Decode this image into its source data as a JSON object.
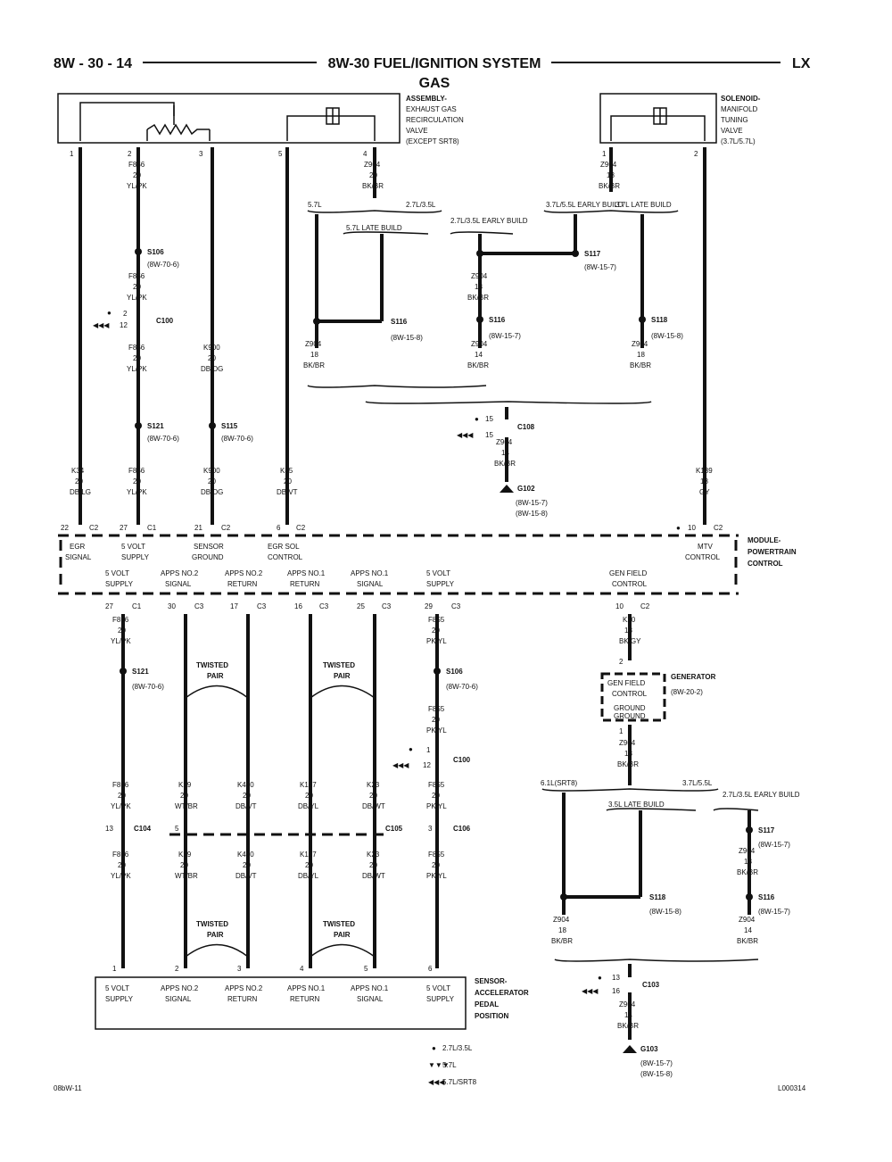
{
  "header": {
    "page_ref": "8W - 30 - 14",
    "title": "8W-30 FUEL/IGNITION SYSTEM",
    "model": "LX",
    "subtitle": "GAS"
  },
  "footer": {
    "left_code": "08bW-11",
    "right_code": "L000314"
  },
  "components": {
    "egr": [
      "ASSEMBLY-",
      "EXHAUST GAS",
      "RECIRCULATION",
      "VALVE",
      "(EXCEPT SRT8)"
    ],
    "smrt": [
      "SOLENOID-",
      "MANIFOLD",
      "TUNING",
      "VALVE",
      "(3.7L/5.7L)"
    ],
    "pcm": [
      "MODULE-",
      "POWERTRAIN",
      "CONTROL"
    ],
    "generator": "GENERATOR",
    "generator_ref": "(8W-20-2)",
    "gen_field": [
      "GEN FIELD",
      "CONTROL"
    ],
    "gen_ground": [
      "GROUND",
      "GROUND"
    ],
    "app": [
      "SENSOR-",
      "ACCELERATOR",
      "PEDAL",
      "POSITION"
    ]
  },
  "egr_pins": [
    "1",
    "2",
    "3",
    "5",
    "4"
  ],
  "smrt_pins": [
    "1",
    "2"
  ],
  "top_wires": {
    "a1": [
      "K34",
      "20",
      "DB/LG"
    ],
    "b1": [
      "F856",
      "20",
      "YL/PK"
    ],
    "b2": [
      "F856",
      "20",
      "YL/PK"
    ],
    "b3": [
      "F856",
      "20",
      "YL/PK"
    ],
    "b4": [
      "F856",
      "20",
      "YL/PK"
    ],
    "c1": [
      "K900",
      "20",
      "DB/DG"
    ],
    "c2": [
      "K900",
      "20",
      "DB/DG"
    ],
    "d1": [
      "K35",
      "20",
      "DB/VT"
    ],
    "e_top": [
      "Z904",
      "20",
      "BK/BR"
    ],
    "z1": [
      "Z904",
      "18",
      "BK/BR"
    ],
    "z2": [
      "Z904",
      "18",
      "BK/BR"
    ],
    "z3": [
      "Z904",
      "14",
      "BK/BR"
    ],
    "z4": [
      "Z904",
      "18",
      "BK/BR"
    ],
    "z5": [
      "Z904",
      "14",
      "BK/BR"
    ],
    "z_merge": [
      "Z904",
      "14",
      "BK/BR"
    ],
    "s_top": [
      "Z904",
      "18",
      "BK/BR"
    ],
    "s1": [
      "K139",
      "18",
      "GY"
    ]
  },
  "top_options": {
    "e1": "5.7L",
    "e2": "2.7L/3.5L",
    "e3": "5.7L LATE BUILD",
    "e4": "2.7L/3.5L EARLY BUILD",
    "f1": "3.7L/5.5L EARLY BUILD",
    "f2": "3.7L LATE BUILD"
  },
  "splices": {
    "s106": "S106",
    "s106r": "(8W-70-6)",
    "s121": "S121",
    "s121r": "(8W-70-6)",
    "s115": "S115",
    "s115r": "(8W-70-6)",
    "s116a": "S116",
    "s116ar": "(8W-15-8)",
    "s116b": "S116",
    "s116br": "(8W-15-7)",
    "s117": "S117",
    "s117r": "(8W-15-7)",
    "s118": "S118",
    "s118r": "(8W-15-8)"
  },
  "connectors": {
    "c100_top": "C100",
    "c100_p1": "2",
    "c100_p2": "12",
    "c108": "C108",
    "c108_p1": "15",
    "c108_p2": "15",
    "c100_mid": "C100",
    "c100m_p1": "1",
    "c100m_p2": "12",
    "c104": "C104",
    "c104_p": "13",
    "c105": "C105",
    "c105_p": "5",
    "c106": "C106",
    "c106_p": "3",
    "c103": "C103",
    "c103_p1": "13",
    "c103_p2": "16"
  },
  "grounds": {
    "g102": "G102",
    "g102_r1": "(8W-15-7)",
    "g102_r2": "(8W-15-8)",
    "g103": "G103",
    "g103_r1": "(8W-15-7)",
    "g103_r2": "(8W-15-8)"
  },
  "pcm_top_pins": [
    {
      "num": "22",
      "conn": "C2",
      "label": [
        "EGR",
        "SIGNAL"
      ]
    },
    {
      "num": "27",
      "conn": "C1",
      "label": [
        "5 VOLT",
        "SUPPLY"
      ]
    },
    {
      "num": "21",
      "conn": "C2",
      "label": [
        "SENSOR",
        "GROUND"
      ]
    },
    {
      "num": "6",
      "conn": "C2",
      "label": [
        "EGR SOL",
        "CONTROL"
      ]
    },
    {
      "num": "10",
      "conn": "C2",
      "label": [
        "MTV",
        "CONTROL"
      ]
    }
  ],
  "pcm_bottom_pins": [
    {
      "num": "27",
      "conn": "C1",
      "label": [
        "5 VOLT",
        "SUPPLY"
      ]
    },
    {
      "num": "30",
      "conn": "C3",
      "label": [
        "APPS NO.2",
        "SIGNAL"
      ]
    },
    {
      "num": "17",
      "conn": "C3",
      "label": [
        "APPS NO.2",
        "RETURN"
      ]
    },
    {
      "num": "16",
      "conn": "C3",
      "label": [
        "APPS NO.1",
        "RETURN"
      ]
    },
    {
      "num": "25",
      "conn": "C3",
      "label": [
        "APPS NO.1",
        "SIGNAL"
      ]
    },
    {
      "num": "29",
      "conn": "C3",
      "label": [
        "5 VOLT",
        "SUPPLY"
      ]
    },
    {
      "num": "10",
      "conn": "C2",
      "label": [
        "GEN FIELD",
        "CONTROL"
      ]
    }
  ],
  "bottom_wires": {
    "b1": [
      "F856",
      "20",
      "YL/PK"
    ],
    "b2": [
      "F856",
      "20",
      "YL/PK"
    ],
    "b3": [
      "F856",
      "20",
      "YL/PK"
    ],
    "k29a": [
      "K29",
      "20",
      "WT/BR"
    ],
    "k29b": [
      "K29",
      "20",
      "WT/BR"
    ],
    "k400a": [
      "K400",
      "20",
      "DB/VT"
    ],
    "k400b": [
      "K400",
      "20",
      "DB/VT"
    ],
    "k167a": [
      "K167",
      "20",
      "DB/YL"
    ],
    "k167b": [
      "K167",
      "20",
      "DB/YL"
    ],
    "k23a": [
      "K23",
      "20",
      "DB/WT"
    ],
    "k23b": [
      "K23",
      "20",
      "DB/WT"
    ],
    "f855a": [
      "F855",
      "20",
      "PK/YL"
    ],
    "f855b": [
      "F855",
      "20",
      "PK/YL"
    ],
    "f855c": [
      "F855",
      "20",
      "PK/YL"
    ],
    "f855d": [
      "F855",
      "20",
      "PK/YL"
    ],
    "k20": [
      "K20",
      "18",
      "BK/GY"
    ],
    "gz": [
      "Z904",
      "18",
      "BK/BR"
    ],
    "gz1": [
      "Z904",
      "18",
      "BK/BR"
    ],
    "gz2": [
      "Z904",
      "18",
      "BK/BR"
    ],
    "gz3": [
      "Z904",
      "14",
      "BK/BR"
    ],
    "gz_merge": [
      "Z904",
      "14",
      "BK/BR"
    ]
  },
  "bottom_options": {
    "g1": "6.1L(SRT8)",
    "g2": "3.7L/5.5L",
    "g3": "3.5L LATE BUILD",
    "g4": "2.7L/3.5L EARLY BUILD"
  },
  "twisted_pair": [
    "TWISTED",
    "PAIR"
  ],
  "gen_pins": [
    "2",
    "1"
  ],
  "app_pins": [
    "1",
    "2",
    "3",
    "4",
    "5",
    "6"
  ],
  "app_labels": [
    [
      "5 VOLT",
      "SUPPLY"
    ],
    [
      "APPS NO.2",
      "SIGNAL"
    ],
    [
      "APPS NO.2",
      "RETURN"
    ],
    [
      "APPS NO.1",
      "RETURN"
    ],
    [
      "APPS NO.1",
      "SIGNAL"
    ],
    [
      "5 VOLT",
      "SUPPLY"
    ]
  ],
  "legend": [
    {
      "symbol": "●",
      "text": "2.7L/3.5L"
    },
    {
      "symbol": "▼▼▼",
      "text": "5.7L"
    },
    {
      "symbol": "◀◀◀",
      "text": "5.7L/SRT8"
    }
  ]
}
